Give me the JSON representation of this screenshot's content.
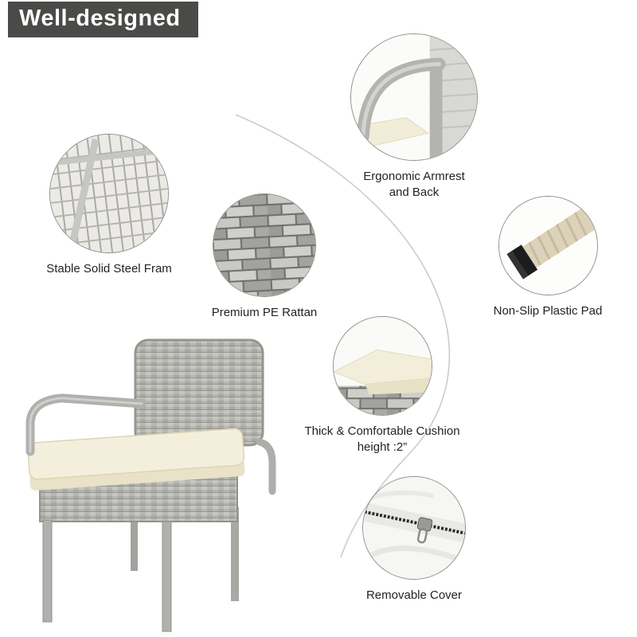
{
  "header": {
    "title": "Well-designed"
  },
  "colors": {
    "badge_bg": "#4a4a48",
    "label_text": "#232323",
    "arc_line": "#cccccc",
    "circle_border": "#8f8f8b",
    "rattan_gray": "#b7b7b3",
    "cushion_cream": "#f4efdd"
  },
  "callouts": {
    "steel_frame": {
      "label": "Stable Solid Steel Fram"
    },
    "pe_rattan": {
      "label": "Premium PE Rattan"
    },
    "armrest": {
      "line1": "Ergonomic Armrest",
      "line2": "and Back"
    },
    "plastic_pad": {
      "label": "Non-Slip Plastic Pad"
    },
    "cushion": {
      "line1": "Thick & Comfortable Cushion",
      "line2": "height :2”"
    },
    "cover": {
      "label": "Removable Cover"
    }
  }
}
